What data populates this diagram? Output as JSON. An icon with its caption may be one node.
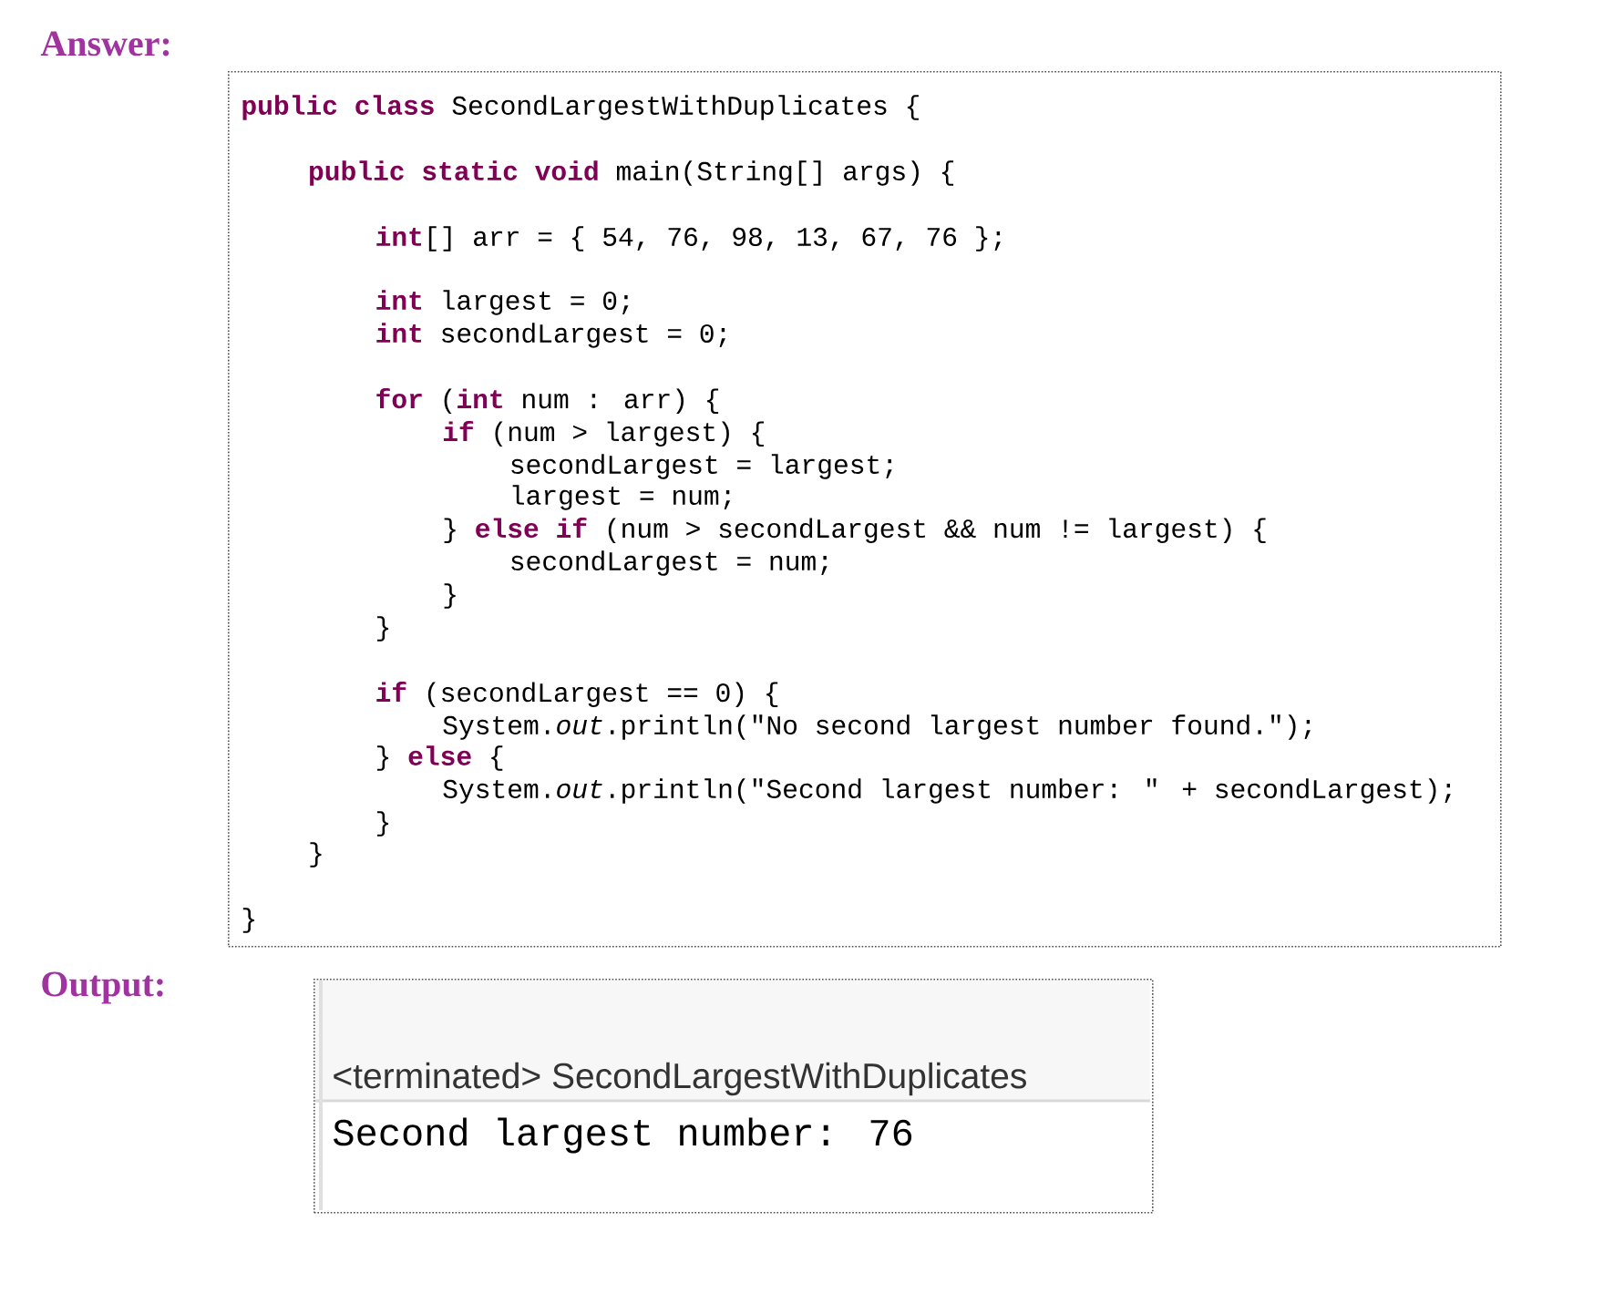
{
  "diagram": {
    "nodes": [
      {
        "text": [
          "**public class** SecondLargestWithDuplicates {",
          "**public static void** main(String[] args) {",
          "**int**[] arr = { 54, 76, 98, 13, 67, 76 };",
          "**int** largest = 0;",
          "**int** secondLargest = 0;",
          "**for** (**int** num : arr) {",
          "**if** (num > largest) {",
          "secondLargest = largest;",
          "largest = num;",
          "} **else if** (num > secondLargest && num != largest) {",
          "secondLargest = num;",
          "}",
          "}",
          "**if** (secondLargest == 0) {",
          "System.*out*.println(\"No second largest number found.\");",
          "} **else** {",
          "System.*out*.println(\"Second largest number: \" + secondLargest);",
          "}",
          "}",
          "}"
        ]
      },
      {
        "text": [
          "<terminated> SecondLargestWithDuplicates",
          "Second largest number: 76"
        ]
      }
    ],
    "labels": [
      "Answer:",
      "Output:"
    ]
  }
}
